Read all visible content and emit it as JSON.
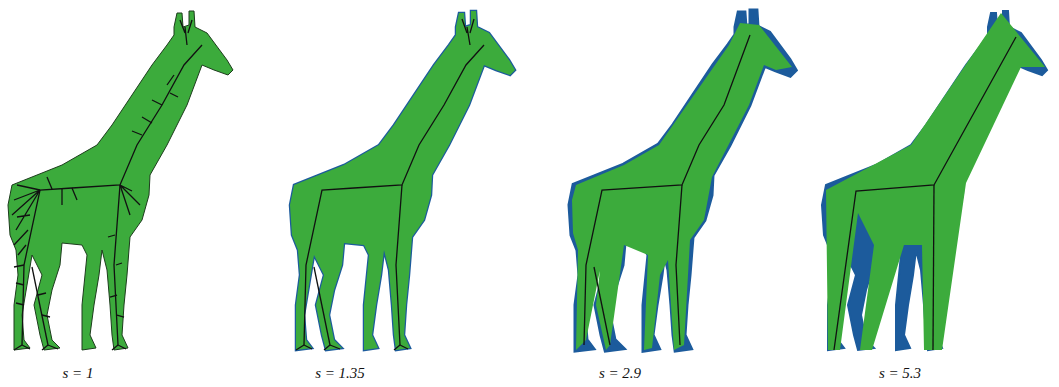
{
  "diagram": {
    "labels": [
      "s = 1",
      "s = 1.35",
      "s = 2.9",
      "s = 5.3"
    ]
  }
}
